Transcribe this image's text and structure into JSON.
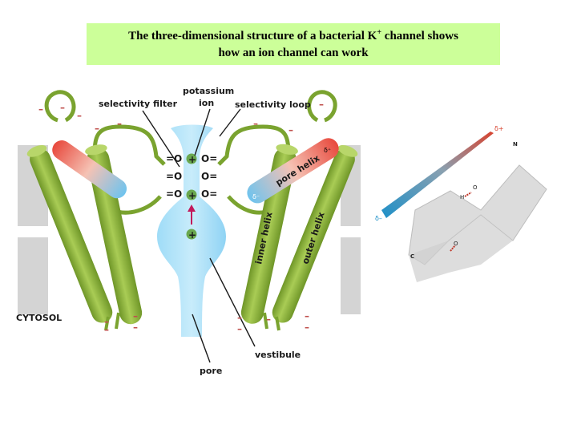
{
  "title": {
    "line1_pre": "The three-dimensional structure of a bacterial K",
    "line1_sup": "+",
    "line1_post": " channel shows",
    "line2": "how an ion channel can work"
  },
  "labels": {
    "selectivity_filter": "selectivity filter",
    "potassium_line1": "potassium",
    "potassium_line2": "ion",
    "selectivity_loop": "selectivity loop",
    "pore_helix": "pore helix",
    "inner_helix": "inner helix",
    "outer_helix": "outer helix",
    "cytosol": "CYTOSOL",
    "vestibule": "vestibule",
    "pore": "pore"
  },
  "filter_oxygens": {
    "left": [
      "=O",
      "=O",
      "=O"
    ],
    "right": [
      "O=",
      "O=",
      "O="
    ]
  },
  "ion_symbol": "+",
  "charge_minus": "–",
  "dipole": {
    "delta_plus": "δ+",
    "delta_minus": "δ–",
    "N": "N",
    "C": "C",
    "H": "H",
    "O": "O",
    "dplus": "δ⁺",
    "dminus": "δ⁻"
  },
  "colors": {
    "title_bg": "#ccff99",
    "helix_green": "#8db33a",
    "pore_blue": "#8fd3f4",
    "pore_helix_red": "#e0443a",
    "membrane_gray": "#d4d4d4"
  }
}
